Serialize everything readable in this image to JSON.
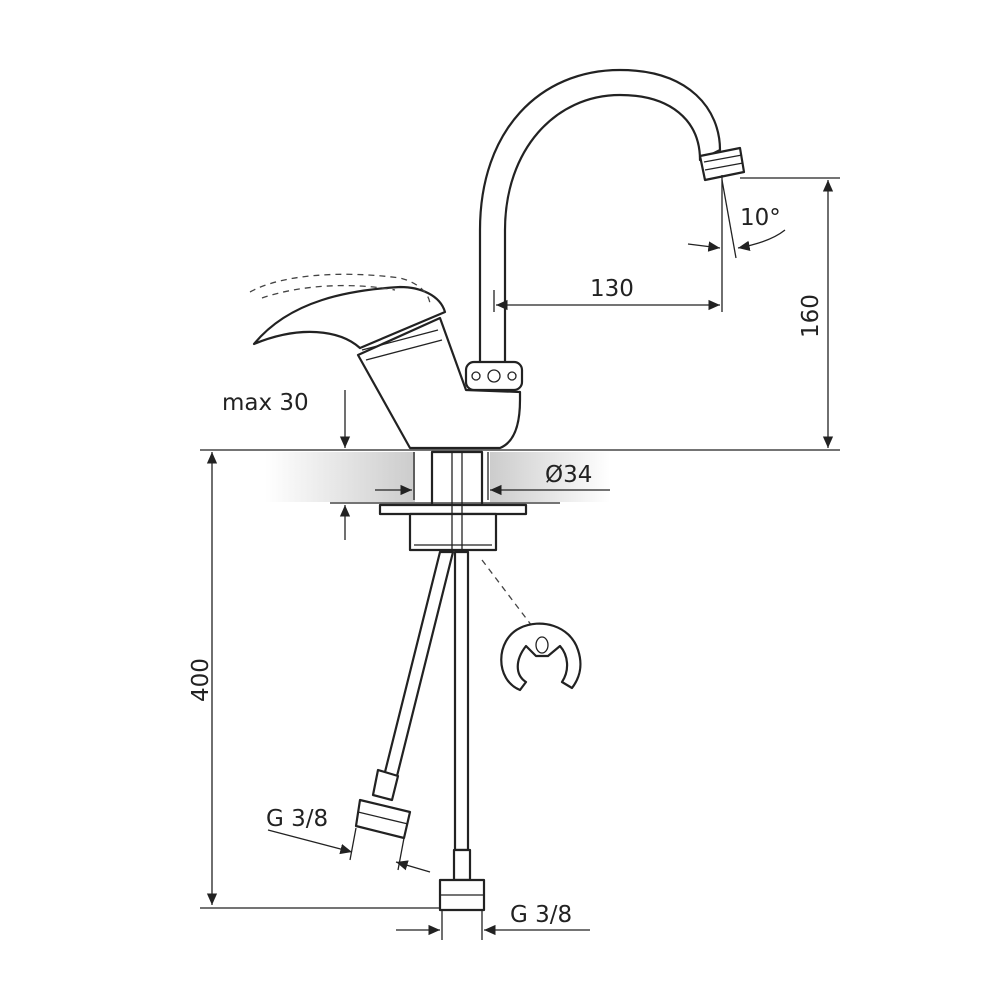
{
  "drawing": {
    "title": "Single-lever kitchen mixer dimension drawing",
    "dimensions": {
      "spout_angle": "10°",
      "spout_reach": "130",
      "spout_height": "160",
      "max_deck_thickness": "max 30",
      "hole_diameter": "Ø34",
      "hose_length": "400",
      "hose_thread_left": "G 3/8",
      "hose_thread_right": "G 3/8"
    }
  }
}
